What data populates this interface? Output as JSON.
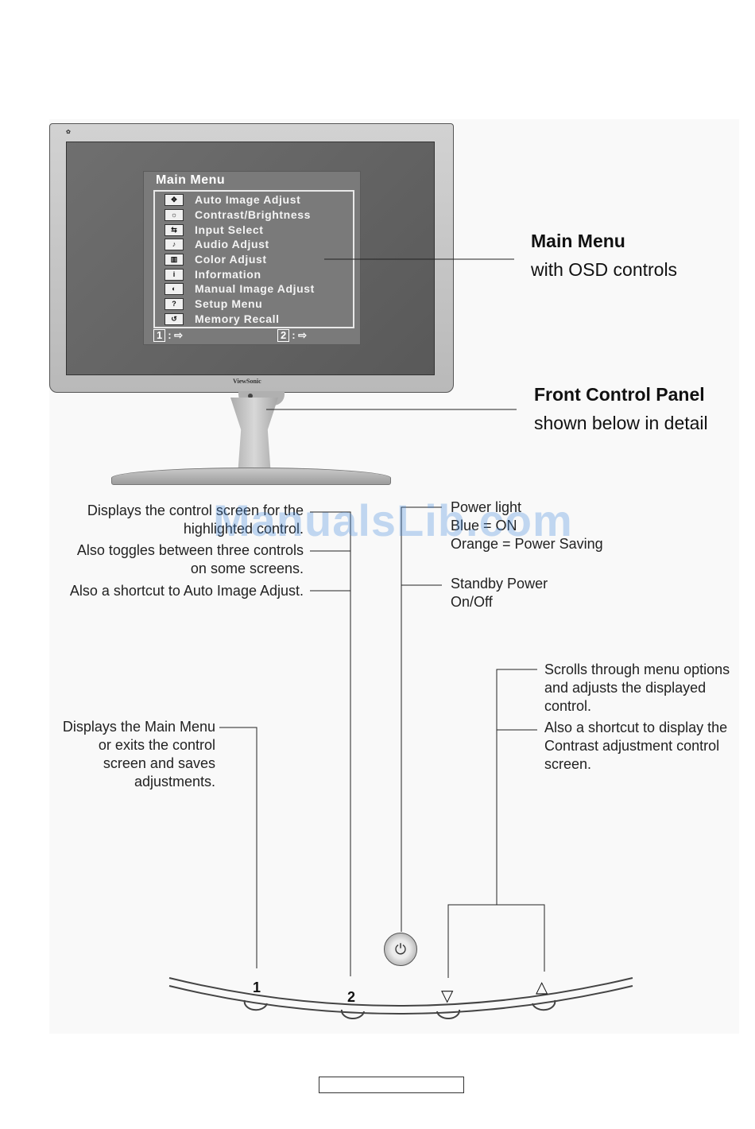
{
  "osd": {
    "title": "Main Menu",
    "items": [
      {
        "label": "Auto Image Adjust",
        "icon": "crosshair-icon",
        "glyph": "✥"
      },
      {
        "label": "Contrast/Brightness",
        "icon": "contrast-icon",
        "glyph": "☼"
      },
      {
        "label": "Input Select",
        "icon": "input-icon",
        "glyph": "⇆"
      },
      {
        "label": "Audio Adjust",
        "icon": "audio-icon",
        "glyph": "♪"
      },
      {
        "label": "Color Adjust",
        "icon": "color-icon",
        "glyph": "▥"
      },
      {
        "label": "Information",
        "icon": "info-icon",
        "glyph": "i"
      },
      {
        "label": "Manual Image Adjust",
        "icon": "manual-adjust-icon",
        "glyph": "◐"
      },
      {
        "label": "Setup Menu",
        "icon": "help-icon",
        "glyph": "?"
      },
      {
        "label": "Memory Recall",
        "icon": "recall-icon",
        "glyph": "↺"
      }
    ],
    "footer_left_key": "1",
    "footer_right_key": "2",
    "footer_glyph": ": ⇨"
  },
  "monitor": {
    "brand": "ViewSonic"
  },
  "callouts": {
    "main_menu_title": "Main Menu",
    "main_menu_sub": "with OSD controls",
    "front_panel_title": "Front Control Panel",
    "front_panel_sub": "shown below in detail",
    "btn2_a": "Displays the control screen for the\nhighlighted control.",
    "btn2_b": "Also toggles between three controls\non some screens.",
    "btn2_c": "Also a shortcut to Auto Image Adjust.",
    "power_a": "Power light\nBlue = ON\nOrange = Power Saving",
    "power_b": "Standby Power\nOn/Off",
    "arrows_a": "Scrolls through menu options\nand adjusts the displayed\ncontrol.",
    "arrows_b": "Also a shortcut to display the\nContrast adjustment control\nscreen.",
    "btn1": "Displays the Main Menu\nor exits the control\nscreen and saves\nadjustments."
  },
  "buttons": {
    "one": "1",
    "two": "2",
    "down": "▽",
    "up": "△",
    "power_glyph": "⏻"
  },
  "watermark": "ManualsLib.com"
}
